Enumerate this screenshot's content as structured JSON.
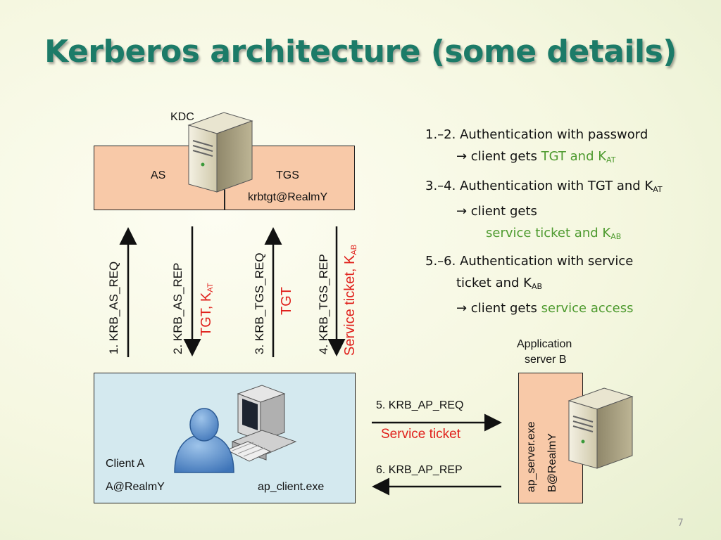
{
  "title": "Kerberos architecture (some details)",
  "kdc": {
    "label": "KDC",
    "as_label": "AS",
    "tgs_label": "TGS",
    "principal": "krbtgt@RealmY"
  },
  "messages": {
    "m1": "1. KRB_AS_REQ",
    "m2": "2. KRB_AS_REP",
    "m2_payload_main": "TGT, K",
    "m2_payload_sub": "AT",
    "m3": "3. KRB_TGS_REQ",
    "m3_payload": "TGT",
    "m4": "4. KRB_TGS_REP",
    "m4_payload_main": "Service ticket, K",
    "m4_payload_sub": "AB",
    "m5": "5. KRB_AP_REQ",
    "m5_payload": "Service ticket",
    "m6": "6. KRB_AP_REP"
  },
  "client": {
    "name": "Client A",
    "principal": "A@RealmY",
    "program": "ap_client.exe"
  },
  "app_server": {
    "caption_line1": "Application",
    "caption_line2": "server B",
    "program": "ap_server.exe",
    "principal": "B@RealmY"
  },
  "notes": {
    "n1_line1": "1.–2. Authentication with password",
    "n1_line2_prefix": "→ client gets ",
    "n1_line2_green": "TGT and K",
    "n1_line2_sub": "AT",
    "n2_line1_main": "3.–4. Authentication with TGT and K",
    "n2_line1_sub": "AT",
    "n2_line2": "→ client gets",
    "n2_line3_green": "service ticket and K",
    "n2_line3_sub": "AB",
    "n3_line1": "5.–6. Authentication with service",
    "n3_line2_main": "ticket and K",
    "n3_line2_sub": "AB",
    "n3_line3_prefix": "→ client gets ",
    "n3_line3_green": "service access"
  },
  "page_number": "7",
  "colors": {
    "title": "#1c7b68",
    "server_box": "#f8c9a8",
    "client_box": "#d4e9ef",
    "payload_red": "#e0201b",
    "highlight_green": "#4d9a2e"
  },
  "icons": [
    "server-tower-icon",
    "user-silhouette-icon",
    "desktop-computer-icon"
  ]
}
